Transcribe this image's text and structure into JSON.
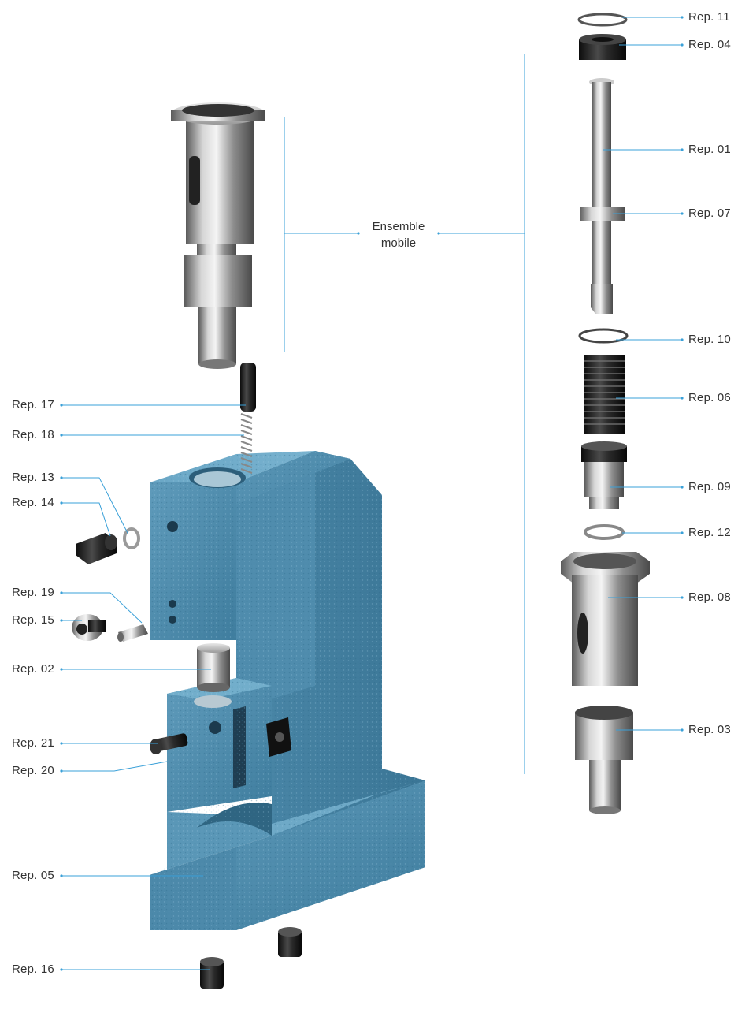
{
  "group_label": {
    "line1": "Ensemble",
    "line2": "mobile"
  },
  "colors": {
    "leader": "#3aa0d8",
    "body": "#4e8fb0",
    "metal": "#9a9a9a",
    "dark": "#1e1e1e"
  },
  "left_labels": [
    {
      "id": "17",
      "text": "Rep. 17"
    },
    {
      "id": "18",
      "text": "Rep. 18"
    },
    {
      "id": "13",
      "text": "Rep. 13"
    },
    {
      "id": "14",
      "text": "Rep. 14"
    },
    {
      "id": "19",
      "text": "Rep. 19"
    },
    {
      "id": "15",
      "text": "Rep. 15"
    },
    {
      "id": "02",
      "text": "Rep. 02"
    },
    {
      "id": "21",
      "text": "Rep. 21"
    },
    {
      "id": "20",
      "text": "Rep. 20"
    },
    {
      "id": "05",
      "text": "Rep. 05"
    },
    {
      "id": "16",
      "text": "Rep. 16"
    }
  ],
  "right_labels": [
    {
      "id": "11",
      "text": "Rep. 11"
    },
    {
      "id": "04",
      "text": "Rep. 04"
    },
    {
      "id": "01",
      "text": "Rep. 01"
    },
    {
      "id": "07",
      "text": "Rep. 07"
    },
    {
      "id": "10",
      "text": "Rep. 10"
    },
    {
      "id": "06",
      "text": "Rep. 06"
    },
    {
      "id": "09",
      "text": "Rep. 09"
    },
    {
      "id": "12",
      "text": "Rep. 12"
    },
    {
      "id": "08",
      "text": "Rep. 08"
    },
    {
      "id": "03",
      "text": "Rep. 03"
    }
  ]
}
